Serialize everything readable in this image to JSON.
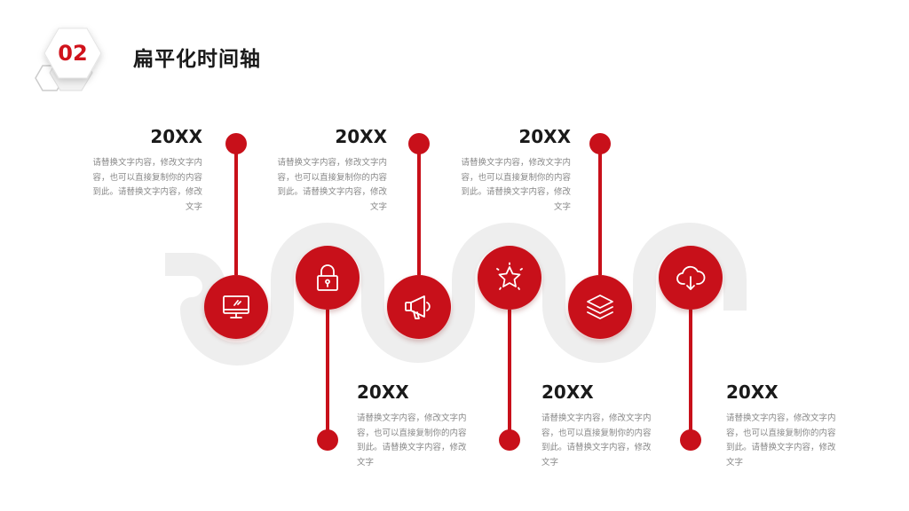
{
  "header": {
    "section_number": "02",
    "title": "扁平化时间轴"
  },
  "colors": {
    "accent": "#c8101a",
    "wave": "#eeeeee",
    "text_dark": "#1a1a1a",
    "text_muted": "#888888"
  },
  "timeline": [
    {
      "year": "20XX",
      "text": "请替换文字内容，修改文字内容，也可以直接复制你的内容到此。请替换文字内容，修改文字",
      "icon": "monitor-icon",
      "position": "top"
    },
    {
      "year": "20XX",
      "text": "请替换文字内容，修改文字内容，也可以直接复制你的内容到此。请替换文字内容，修改文字",
      "icon": "lock-icon",
      "position": "bottom"
    },
    {
      "year": "20XX",
      "text": "请替换文字内容，修改文字内容，也可以直接复制你的内容到此。请替换文字内容，修改文字",
      "icon": "megaphone-icon",
      "position": "top"
    },
    {
      "year": "20XX",
      "text": "请替换文字内容，修改文字内容，也可以直接复制你的内容到此。请替换文字内容，修改文字",
      "icon": "star-icon",
      "position": "bottom"
    },
    {
      "year": "20XX",
      "text": "请替换文字内容，修改文字内容，也可以直接复制你的内容到此。请替换文字内容，修改文字",
      "icon": "layers-icon",
      "position": "top"
    },
    {
      "year": "20XX",
      "text": "请替换文字内容，修改文字内容，也可以直接复制你的内容到此。请替换文字内容，修改文字",
      "icon": "cloud-download-icon",
      "position": "bottom"
    }
  ]
}
